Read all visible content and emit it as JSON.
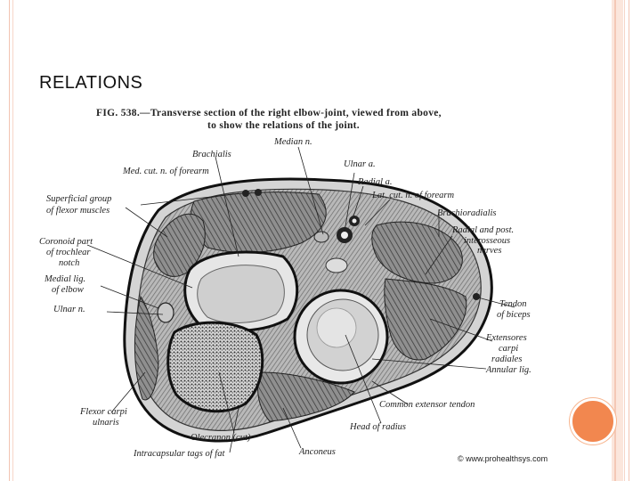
{
  "slide": {
    "title": "RELATIONS",
    "copyright": "© www.prohealthsys.com"
  },
  "figure": {
    "caption_line1": "FIG. 538.—Transverse section of the right elbow-joint, viewed from above,",
    "caption_line2": "to show the relations of the joint.",
    "labels": {
      "median_n": "Median n.",
      "brachialis": "Brachialis",
      "med_cut_n": "Med. cut. n. of forearm",
      "ulnar_a": "Ulnar a.",
      "radial_a": "Radial a.",
      "lat_cut_n": "Lat. cut. n. of forearm",
      "superficial_1": "Superficial group",
      "superficial_2": "of flexor muscles",
      "brachioradialis": "Brachioradialis",
      "coronoid_1": "Coronoid part",
      "coronoid_2": "of trochlear",
      "coronoid_3": "notch",
      "radial_post_1": "Radial and post.",
      "radial_post_2": "interosseous",
      "radial_post_3": "nerves",
      "medial_lig_1": "Medial lig.",
      "medial_lig_2": "of elbow",
      "ulnar_n": "Ulnar n.",
      "tendon_1": "Tendon",
      "tendon_2": "of biceps",
      "ext_1": "Extensores",
      "ext_2": "carpi",
      "ext_3": "radiales",
      "annular": "Annular lig.",
      "common_ext": "Common extensor tendon",
      "flexor_1": "Flexor carpi",
      "flexor_2": "ulnaris",
      "head_radius": "Head of radius",
      "olecranon": "Olecranon (cut)",
      "anconeus": "Anconeus",
      "intracapsular": "Intracapsular tags of fat"
    }
  }
}
